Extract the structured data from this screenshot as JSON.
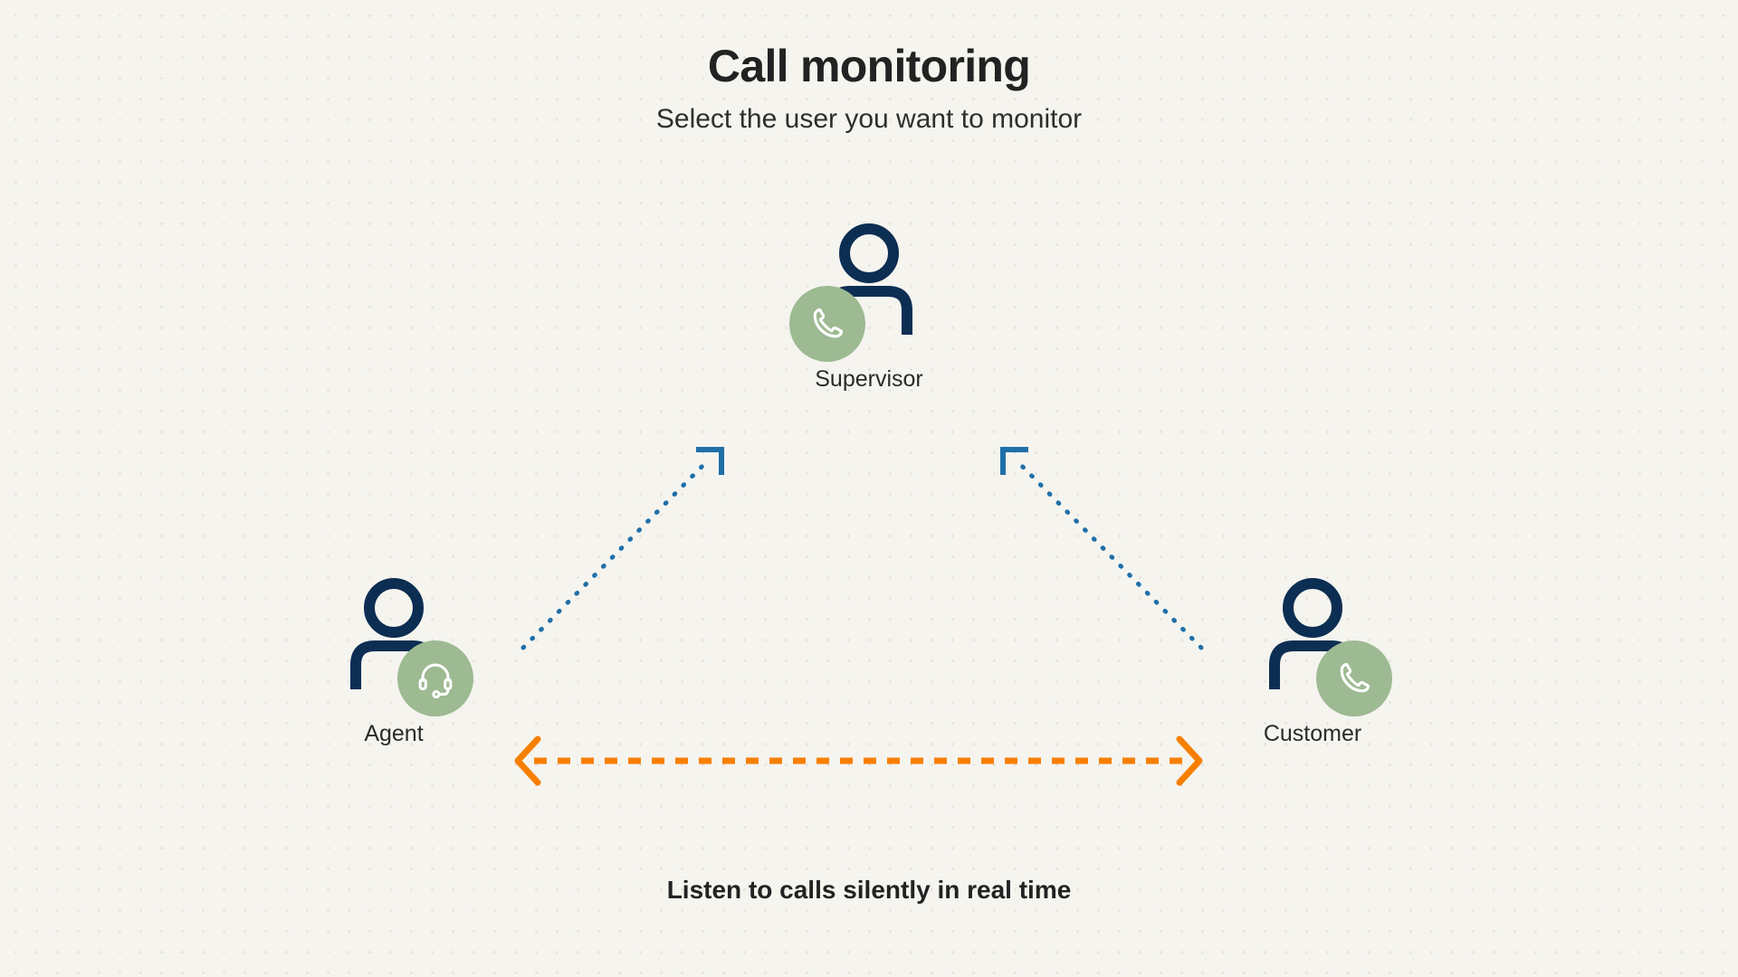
{
  "header": {
    "title": "Call monitoring",
    "subtitle": "Select the user you want to monitor"
  },
  "nodes": [
    {
      "id": "supervisor",
      "label": "Supervisor",
      "person_icon": "person-icon",
      "badge_icon": "phone-icon",
      "badge_position": "left"
    },
    {
      "id": "agent",
      "label": "Agent",
      "person_icon": "person-icon",
      "badge_icon": "headset-icon",
      "badge_position": "right"
    },
    {
      "id": "customer",
      "label": "Customer",
      "person_icon": "person-icon",
      "badge_icon": "phone-icon",
      "badge_position": "right"
    }
  ],
  "connectors": [
    {
      "id": "agent-to-supervisor",
      "style": "dotted",
      "color": "#1f6fa8",
      "direction": "one-way",
      "from": "agent",
      "to": "supervisor"
    },
    {
      "id": "customer-to-supervisor",
      "style": "dotted",
      "color": "#1f6fa8",
      "direction": "one-way",
      "from": "customer",
      "to": "supervisor"
    },
    {
      "id": "agent-customer-call",
      "style": "dashed",
      "color": "#f77f00",
      "direction": "two-way",
      "from": "agent",
      "to": "customer"
    }
  ],
  "caption": "Listen to calls silently in real time",
  "colors": {
    "background": "#f5f4ef",
    "dot_grid": "#ddd9d0",
    "person_navy": "#0c2e52",
    "badge_green": "#9dba92",
    "badge_icon_white": "#ffffff",
    "monitor_blue": "#1f6fa8",
    "call_orange": "#f77f00",
    "text_dark": "#222222"
  }
}
